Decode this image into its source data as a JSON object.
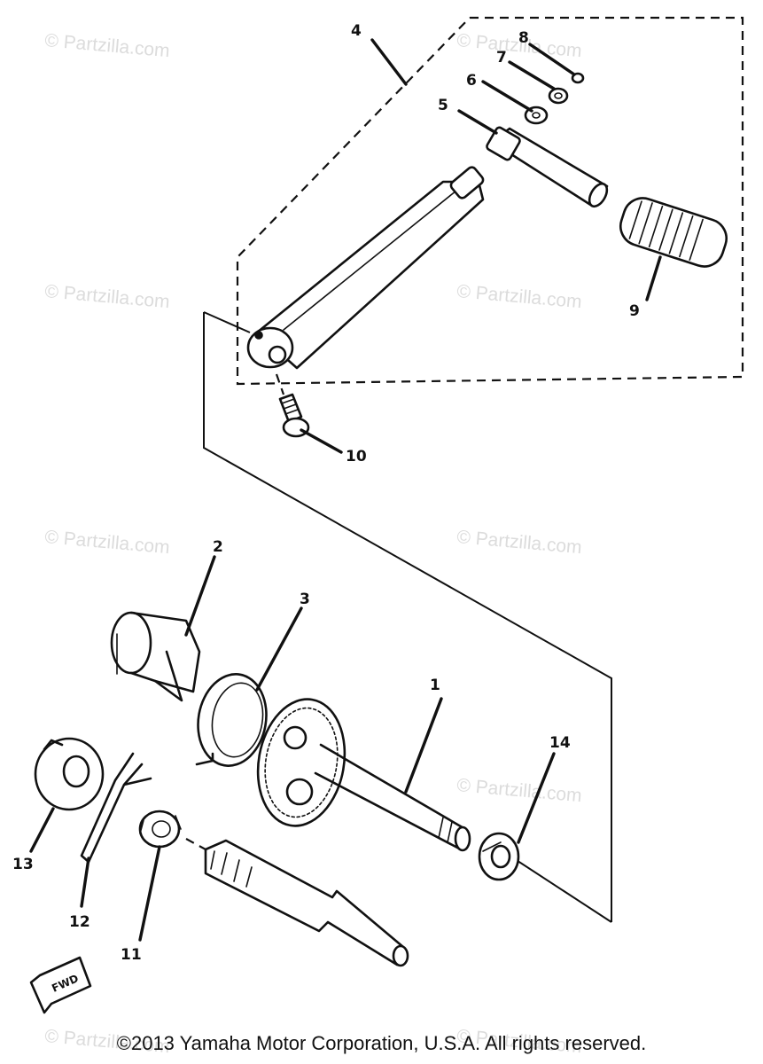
{
  "watermark": "© Partzilla.com",
  "callouts": [
    "1",
    "2",
    "3",
    "4",
    "5",
    "6",
    "7",
    "8",
    "9",
    "10",
    "11",
    "12",
    "13",
    "14"
  ],
  "fwd_label": "FWD",
  "copyright": "©2013 Yamaha Motor Corporation, U.S.A. All rights reserved."
}
